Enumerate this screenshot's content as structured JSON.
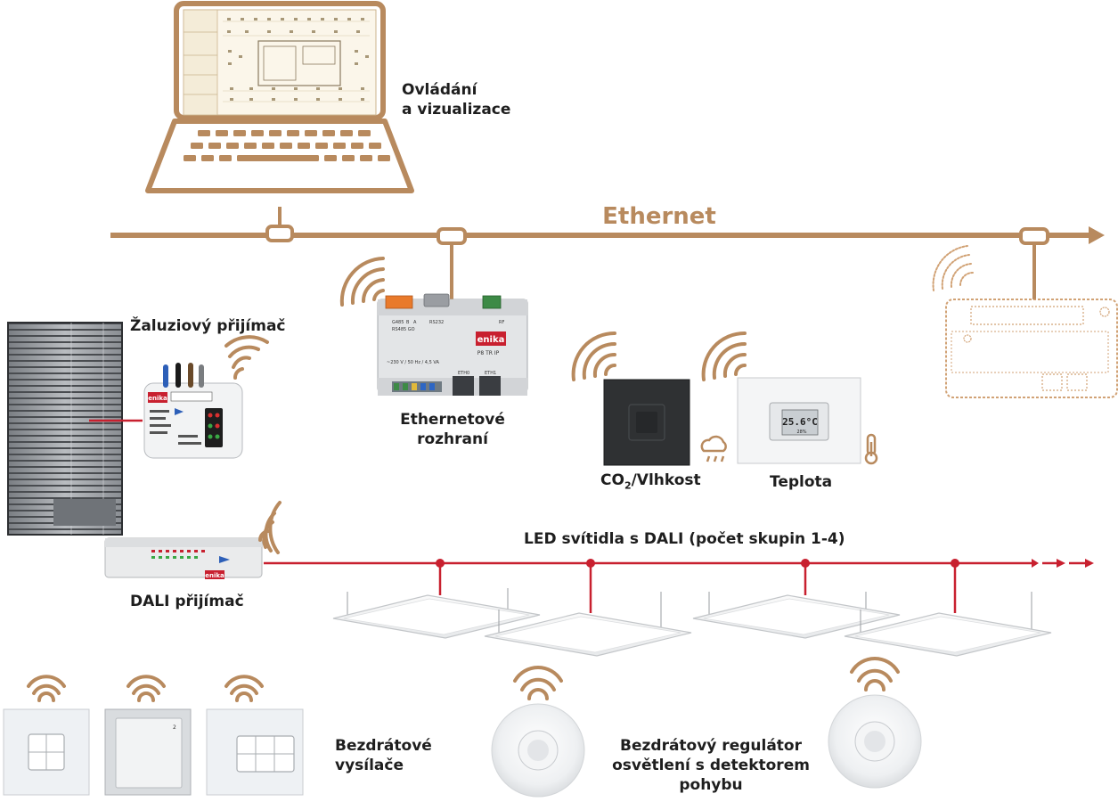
{
  "colors": {
    "ethernet": "#b88a5e",
    "dali": "#c8202f",
    "wave": "#b88a5e",
    "text": "#1e1e1e",
    "enika_red": "#c8202f"
  },
  "laptop": {
    "label_line1": "Ovládání",
    "label_line2": "a vizualizace"
  },
  "ethernet_bus": {
    "label": "Ethernet"
  },
  "blind_receiver": {
    "label": "Žaluziový přijímač",
    "brand": "enika"
  },
  "ethernet_interface": {
    "label_line1": "Ethernetové",
    "label_line2": "rozhraní",
    "brand": "enika",
    "model": "P8 TR IP",
    "port_labels": [
      "G485",
      "B",
      "A",
      "RS485 GO",
      "RS232",
      "RF",
      "ETH0",
      "ETH1"
    ],
    "power_text": "~230 V / 50 Hz / 4,5 VA"
  },
  "co2_sensor": {
    "label_main": "CO",
    "label_sub": "2",
    "label_rest": "/Vlhkost"
  },
  "temperature_sensor": {
    "label": "Teplota",
    "display_value": "25.6°C",
    "display_secondary": "28%"
  },
  "dali_receiver": {
    "label": "DALI přijímač",
    "brand": "enika"
  },
  "dali_bus": {
    "label": "LED svítidla s DALI (počet skupin 1-4)"
  },
  "wireless_transmitters": {
    "label_line1": "Bezdrátové",
    "label_line2": "vysílače"
  },
  "motion_regulator": {
    "label_line1": "Bezdrátový regulátor",
    "label_line2": "osvětlení s detektorem",
    "label_line3": "pohybu"
  }
}
